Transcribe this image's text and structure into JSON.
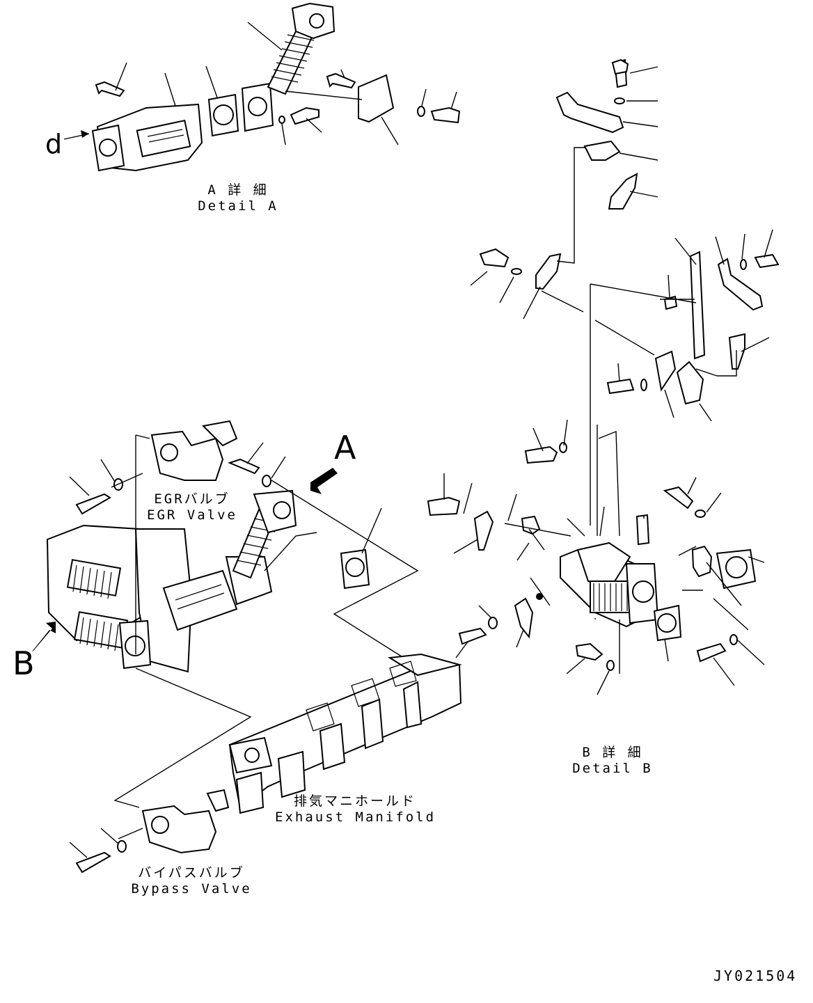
{
  "detail_a": {
    "jp": "A 詳 細",
    "en": "Detail A"
  },
  "detail_b": {
    "jp": "B 詳 細",
    "en": "Detail B"
  },
  "egr_valve": {
    "jp": "EGRバルブ",
    "en": "EGR Valve"
  },
  "bypass_valve": {
    "jp": "バイパスバルブ",
    "en": "Bypass Valve"
  },
  "exhaust_manifold": {
    "jp": "排気マニホールド",
    "en": "Exhaust Manifold"
  },
  "view_arrows": {
    "a": "A",
    "b": "B"
  },
  "flow_mark": "d",
  "drawing_code": "JY021504"
}
